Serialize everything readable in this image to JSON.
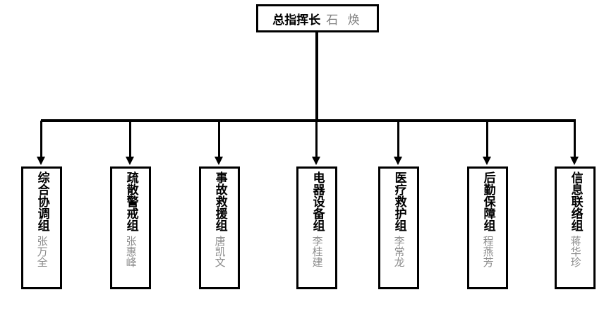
{
  "chart": {
    "type": "org-chart",
    "orientation": "top-down",
    "levels": 2,
    "colors": {
      "line": "#000000",
      "box_border": "#000000",
      "title_text": "#000000",
      "leader_text": "#808080",
      "background": "#ffffff"
    }
  },
  "root": {
    "title": "总指挥长",
    "leader": "石 焕"
  },
  "groups": [
    {
      "title": "综合协调组",
      "leader": "张万全"
    },
    {
      "title": "疏散警戒组",
      "leader": "张惠峰"
    },
    {
      "title": "事故救援组",
      "leader": "唐凯文"
    },
    {
      "title": "电器设备组",
      "leader": "李桂建"
    },
    {
      "title": "医疗救护组",
      "leader": "李常龙"
    },
    {
      "title": "后勤保障组",
      "leader": "程燕芳"
    },
    {
      "title": "信息联络组",
      "leader": "蒋华珍"
    }
  ]
}
